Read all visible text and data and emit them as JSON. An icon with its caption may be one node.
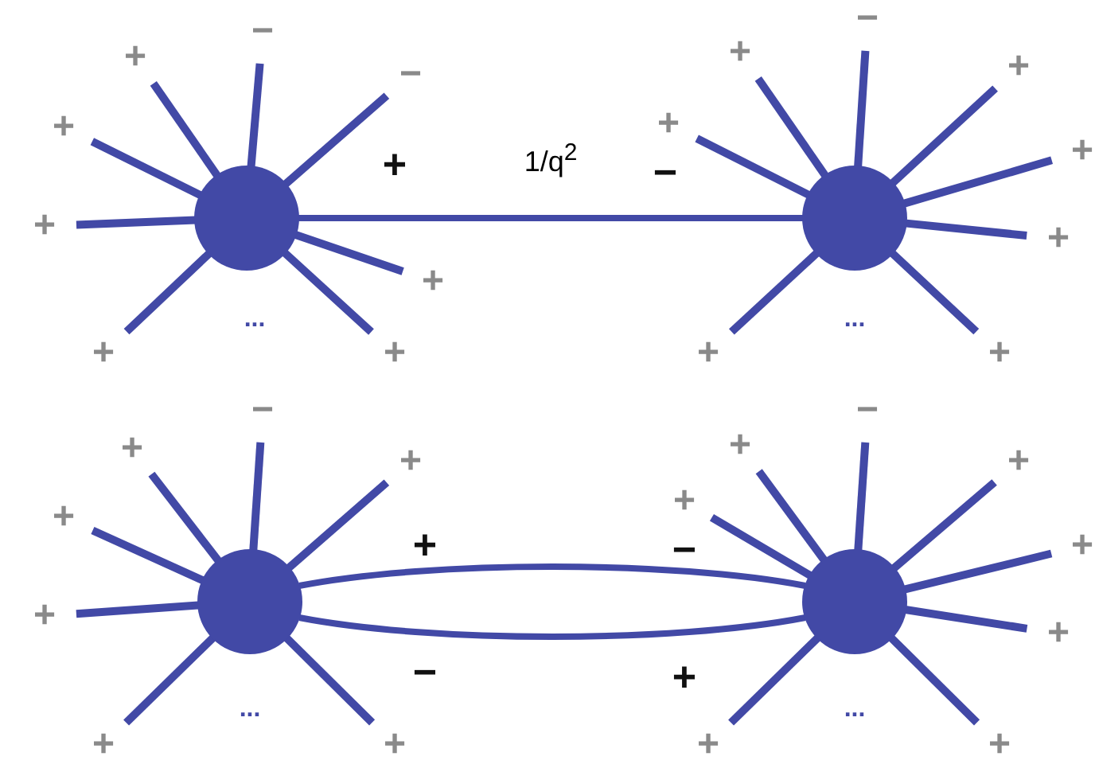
{
  "diagram": {
    "nodes": [
      {
        "text": [],
        "shape": "circle",
        "beside": [
          "−",
          "+",
          "−",
          "+",
          "+",
          "+",
          "+",
          "+",
          "..."
        ]
      },
      {
        "text": [],
        "shape": "circle",
        "beside": [
          "−",
          "+",
          "+",
          "+",
          "+",
          "+",
          "+",
          "+",
          "..."
        ]
      },
      {
        "text": [],
        "shape": "circle",
        "beside": [
          "−",
          "+",
          "+",
          "+",
          "+",
          "+",
          "+",
          "..."
        ]
      },
      {
        "text": [],
        "shape": "circle",
        "beside": [
          "−",
          "+",
          "+",
          "+",
          "+",
          "+",
          "+",
          "+",
          "..."
        ]
      }
    ],
    "edges": [
      {
        "from": 0,
        "to": 1,
        "arrow": "none",
        "label": "1/q$^{2}$"
      },
      {
        "from": 2,
        "to": 3,
        "arrow": "none"
      },
      {
        "from": 2,
        "to": 3,
        "arrow": "none"
      }
    ],
    "labels": [
      "+",
      "−",
      "+",
      "−",
      "−",
      "+"
    ]
  }
}
